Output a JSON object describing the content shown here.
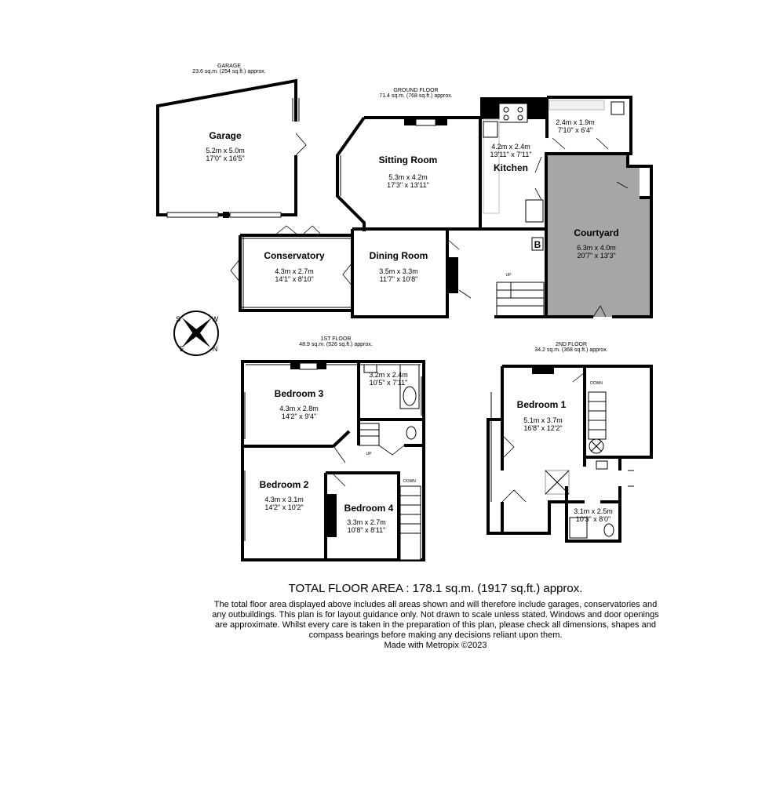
{
  "floors": {
    "garage": {
      "title": "GARAGE",
      "area": "23.6 sq.m. (254 sq.ft.) approx."
    },
    "ground": {
      "title": "GROUND FLOOR",
      "area": "71.4 sq.m. (768 sq.ft.) approx."
    },
    "first": {
      "title": "1ST FLOOR",
      "area": "48.9 sq.m. (526 sq.ft.) approx."
    },
    "second": {
      "title": "2ND FLOOR",
      "area": "34.2 sq.m. (368 sq.ft.) approx."
    }
  },
  "rooms": {
    "garage": {
      "name": "Garage",
      "metric": "5.2m  x 5.0m",
      "imperial": "17'0\"  x 16'5\""
    },
    "sitting": {
      "name": "Sitting Room",
      "metric": "5.3m  x 4.2m",
      "imperial": "17'3\"  x 13'11\""
    },
    "kitchen": {
      "name": "Kitchen",
      "metric": "4.2m  x 2.4m",
      "imperial": "13'11\"  x 7'11\""
    },
    "utility": {
      "metric": "2.4m  x 1.9m",
      "imperial": "7'10\"  x 6'4\""
    },
    "courtyard": {
      "name": "Courtyard",
      "metric": "6.3m  x 4.0m",
      "imperial": "20'7\"  x 13'3\""
    },
    "conservatory": {
      "name": "Conservatory",
      "metric": "4.3m  x 2.7m",
      "imperial": "14'1\"  x 8'10\""
    },
    "dining": {
      "name": "Dining Room",
      "metric": "3.5m  x 3.3m",
      "imperial": "11'7\"  x 10'8\""
    },
    "bedroom3": {
      "name": "Bedroom 3",
      "metric": "4.3m  x 2.8m",
      "imperial": "14'2\"  x 9'4\""
    },
    "bath1": {
      "metric": "3.2m  x 2.4m",
      "imperial": "10'5\"  x 7'11\""
    },
    "bedroom2": {
      "name": "Bedroom 2",
      "metric": "4.3m  x 3.1m",
      "imperial": "14'2\"  x 10'2\""
    },
    "bedroom4": {
      "name": "Bedroom 4",
      "metric": "3.3m  x 2.7m",
      "imperial": "10'8\"  x 8'11\""
    },
    "bedroom1": {
      "name": "Bedroom 1",
      "metric": "5.1m  x 3.7m",
      "imperial": "16'8\"  x 12'2\""
    },
    "bath2": {
      "metric": "3.1m  x 2.5m",
      "imperial": "10'3\"  x 8'0\""
    }
  },
  "stair_labels": {
    "up": "UP",
    "down": "DOWN"
  },
  "boiler_label": "B",
  "compass": {
    "n": "N",
    "s": "S",
    "e": "E",
    "w": "W"
  },
  "colors": {
    "courtyard": "#a6a6a6",
    "wall": "#000000"
  },
  "footer": {
    "total": "TOTAL FLOOR AREA : 178.1 sq.m. (1917 sq.ft.) approx.",
    "disclaimer": "The total floor area displayed above includes all areas shown and will therefore include garages, conservatories and any outbuildings. This plan is for layout guidance only. Not drawn to scale unless stated. Windows and door openings are approximate. Whilst every care is taken in the preparation of this plan, please check all dimensions, shapes and compass bearings before making any decisions reliant upon them.",
    "made_with": "Made with Metropix ©2023"
  }
}
